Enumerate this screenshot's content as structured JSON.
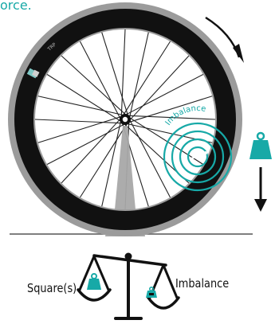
{
  "caption_fragment": "orce.",
  "wheel": {
    "imbalance_label": "Imbalance",
    "rim_brand_mark": "TRP"
  },
  "scale": {
    "left_label": "Square(s)",
    "right_label": "Imbalance"
  },
  "colors": {
    "accent_teal": "#17a9a7",
    "dark": "#111111",
    "tire_gray": "#9b9b9b",
    "hub_spine_gray": "#a8a8a8"
  },
  "icons": {
    "rotation": "curved-arrow-icon",
    "weight": "weight-icon",
    "force": "down-arrow-icon",
    "balance": "scale-icon"
  }
}
